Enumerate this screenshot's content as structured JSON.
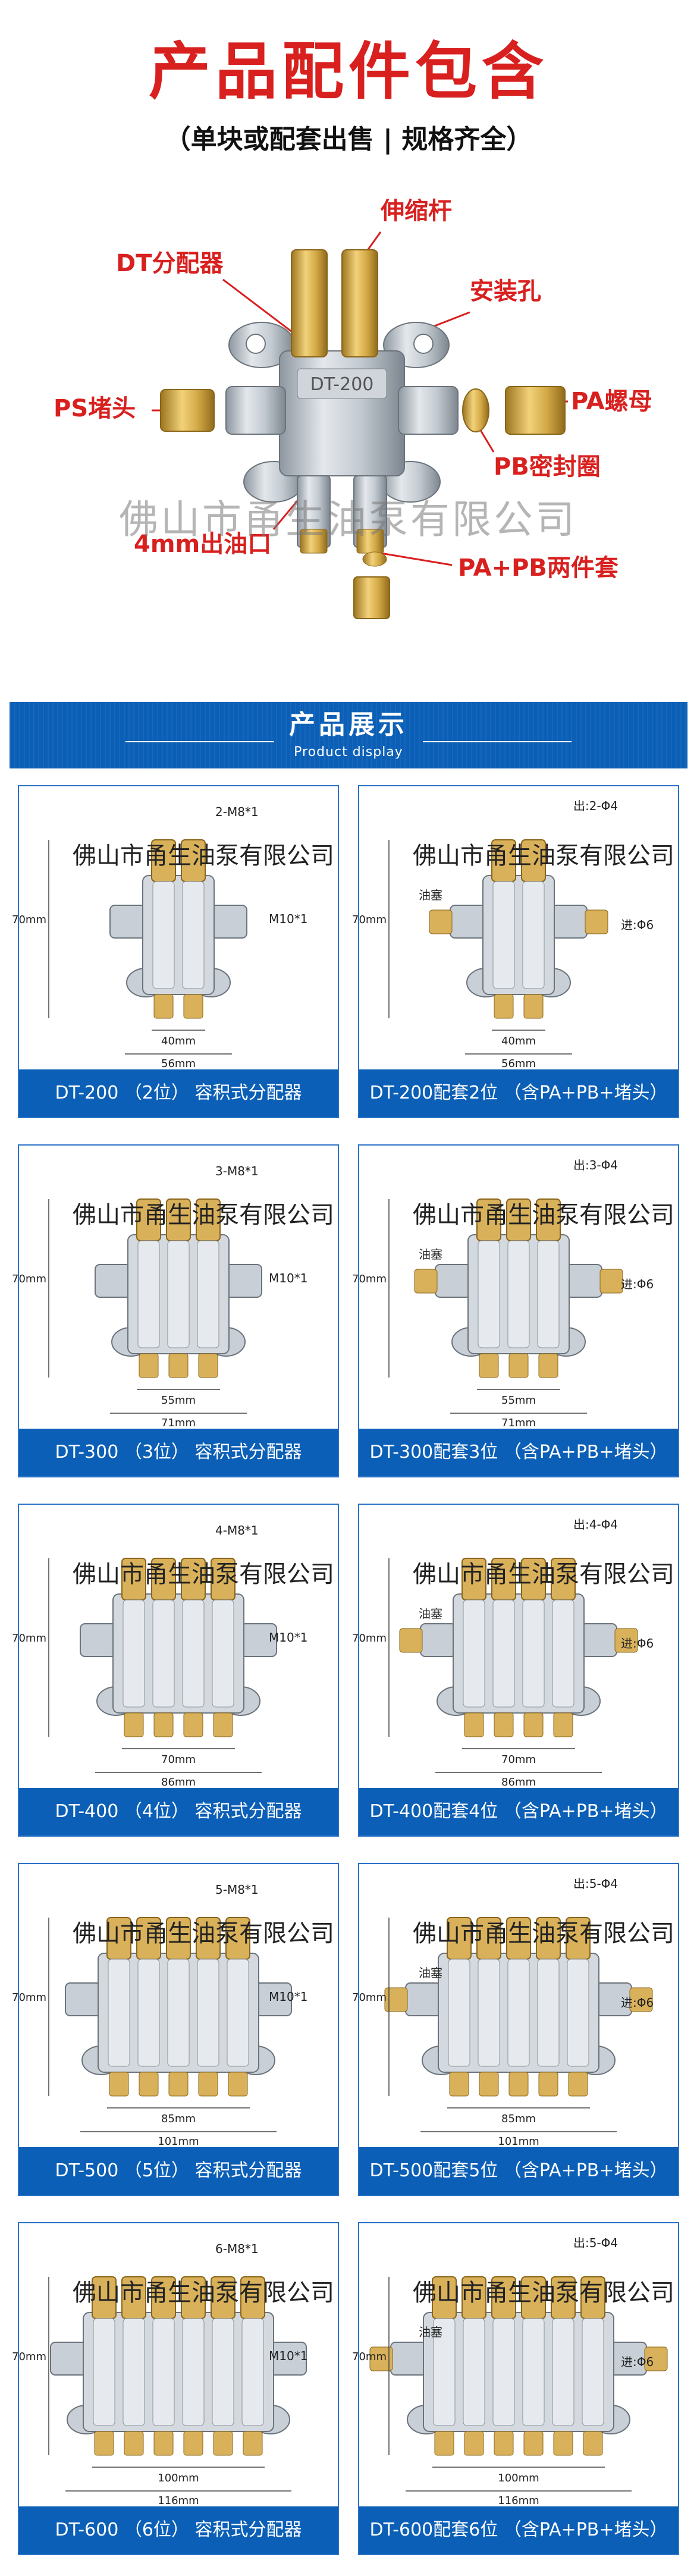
{
  "header": {
    "title": "产品配件包含",
    "subtitle": "（单块或配套出售 | 规格齐全）"
  },
  "diagram": {
    "callouts": {
      "rod": "伸缩杆",
      "dt": "DT分配器",
      "mount": "安装孔",
      "ps": "PS堵头",
      "pa": "PA螺母",
      "pb": "PB密封圈",
      "outlet": "4mm出油口",
      "papb": "PA+PB两件套"
    },
    "body_text": "DT-200",
    "watermark": "佛山市甬生油泵有限公司"
  },
  "section": {
    "title": "产品展示",
    "subtitle": "Product display"
  },
  "colors": {
    "accent_red": "#d8201f",
    "banner_blue": "#0b5fb6",
    "brass": "#c9a24a",
    "steel": "#b8c0c8"
  },
  "products": [
    {
      "caption": "DT-200 （2位） 容积式分配器",
      "outputs": 2,
      "height_label": "70mm",
      "inner_width": "40mm",
      "outer_width": "56mm",
      "thread": "2-M8*1",
      "side_thread": "M10*1",
      "kit": false
    },
    {
      "caption": "DT-200配套2位 （含PA+PB+堵头）",
      "outputs": 2,
      "height_label": "70mm",
      "inner_width": "40mm",
      "outer_width": "56mm",
      "out_label": "出:2-Φ4",
      "in_label": "进:Φ6",
      "plug_label": "油塞",
      "kit": true
    },
    {
      "caption": "DT-300 （3位） 容积式分配器",
      "outputs": 3,
      "height_label": "70mm",
      "inner_width": "55mm",
      "outer_width": "71mm",
      "thread": "3-M8*1",
      "side_thread": "M10*1",
      "kit": false
    },
    {
      "caption": "DT-300配套3位 （含PA+PB+堵头）",
      "outputs": 3,
      "height_label": "70mm",
      "inner_width": "55mm",
      "outer_width": "71mm",
      "out_label": "出:3-Φ4",
      "in_label": "进:Φ6",
      "plug_label": "油塞",
      "kit": true
    },
    {
      "caption": "DT-400 （4位） 容积式分配器",
      "outputs": 4,
      "height_label": "70mm",
      "inner_width": "70mm",
      "outer_width": "86mm",
      "thread": "4-M8*1",
      "side_thread": "M10*1",
      "kit": false
    },
    {
      "caption": "DT-400配套4位 （含PA+PB+堵头）",
      "outputs": 4,
      "height_label": "70mm",
      "inner_width": "70mm",
      "outer_width": "86mm",
      "out_label": "出:4-Φ4",
      "in_label": "进:Φ6",
      "plug_label": "油塞",
      "kit": true
    },
    {
      "caption": "DT-500 （5位） 容积式分配器",
      "outputs": 5,
      "height_label": "70mm",
      "inner_width": "85mm",
      "outer_width": "101mm",
      "thread": "5-M8*1",
      "side_thread": "M10*1",
      "kit": false
    },
    {
      "caption": "DT-500配套5位 （含PA+PB+堵头）",
      "outputs": 5,
      "height_label": "70mm",
      "inner_width": "85mm",
      "outer_width": "101mm",
      "out_label": "出:5-Φ4",
      "in_label": "进:Φ6",
      "plug_label": "油塞",
      "kit": true
    },
    {
      "caption": "DT-600 （6位） 容积式分配器",
      "outputs": 6,
      "height_label": "70mm",
      "inner_width": "100mm",
      "outer_width": "116mm",
      "thread": "6-M8*1",
      "side_thread": "M10*1",
      "kit": false
    },
    {
      "caption": "DT-600配套6位 （含PA+PB+堵头）",
      "outputs": 6,
      "height_label": "70mm",
      "inner_width": "100mm",
      "outer_width": "116mm",
      "out_label": "出:5-Φ4",
      "in_label": "进:Φ6",
      "plug_label": "油塞",
      "kit": true
    }
  ]
}
